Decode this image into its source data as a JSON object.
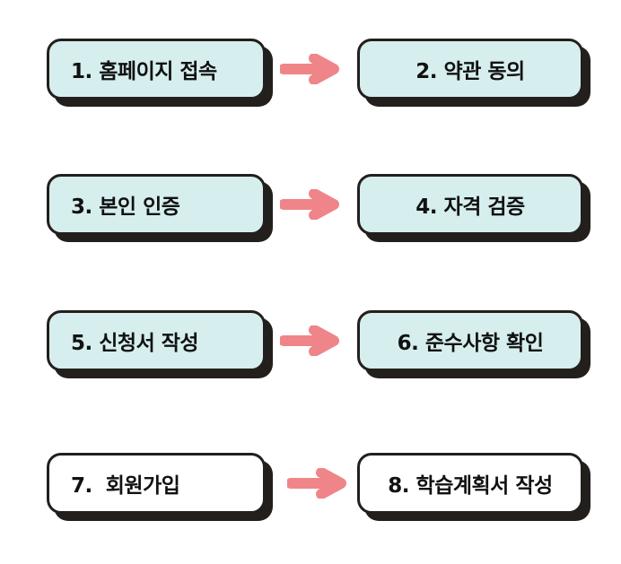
{
  "colors": {
    "box_blue": "#d6eeee",
    "box_white": "#ffffff",
    "outline": "#231f1c",
    "arrow": "#ef8588"
  },
  "steps": [
    {
      "label": "1. 홈페이지 접속",
      "fill": "#d6eeee"
    },
    {
      "label": "2. 약관 동의",
      "fill": "#d6eeee"
    },
    {
      "label": "3. 본인 인증",
      "fill": "#d6eeee"
    },
    {
      "label": "4. 자격 검증",
      "fill": "#d6eeee"
    },
    {
      "label": "5. 신청서 작성",
      "fill": "#d6eeee"
    },
    {
      "label": "6. 준수사항 확인",
      "fill": "#d6eeee"
    },
    {
      "label": "7.  회원가입",
      "fill": "#ffffff"
    },
    {
      "label": "8. 학습계획서 작성",
      "fill": "#ffffff"
    }
  ],
  "arrows": [
    {
      "name": "arrow-1-to-2-icon"
    },
    {
      "name": "arrow-3-to-4-icon"
    },
    {
      "name": "arrow-5-to-6-icon"
    },
    {
      "name": "arrow-7-to-8-icon"
    }
  ]
}
